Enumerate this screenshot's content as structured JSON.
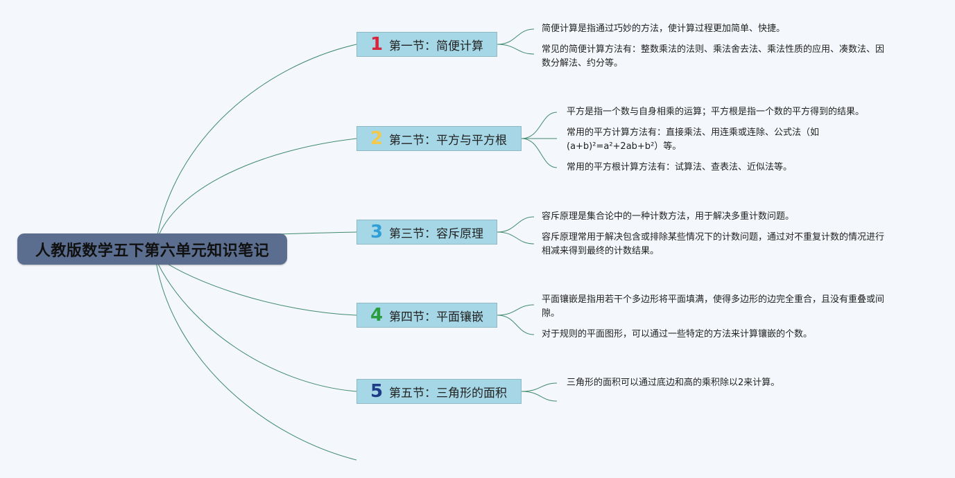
{
  "root": {
    "title": "人教版数学五下第六单元知识笔记"
  },
  "sections": [
    {
      "number": "1",
      "color": "#d7263d",
      "title": "第一节：简便计算",
      "notes": [
        "简便计算是指通过巧妙的方法，使计算过程更加简单、快捷。",
        "常见的简便计算方法有：整数乘法的法则、乘法舍去法、乘法性质的应用、凑数法、因数分解法、约分等。"
      ]
    },
    {
      "number": "2",
      "color": "#f2c94c",
      "title": "第二节：平方与平方根",
      "notes": [
        "平方是指一个数与自身相乘的运算；平方根是指一个数的平方得到的结果。",
        "常用的平方计算方法有：直接乘法、用连乘或连除、公式法（如(a+b)²=a²+2ab+b²）等。",
        "常用的平方根计算方法有：试算法、查表法、近似法等。"
      ]
    },
    {
      "number": "3",
      "color": "#2f9fd6",
      "title": "第三节：容斥原理",
      "notes": [
        "容斥原理是集合论中的一种计数方法，用于解决多重计数问题。",
        "容斥原理常用于解决包含或排除某些情况下的计数问题，通过对不重复计数的情况进行相减来得到最终的计数结果。"
      ]
    },
    {
      "number": "4",
      "color": "#2a9d3f",
      "title": "第四节：平面镶嵌",
      "notes": [
        "平面镶嵌是指用若干个多边形将平面填满，使得多边形的边完全重合，且没有重叠或间隙。",
        "对于规则的平面图形，可以通过一些特定的方法来计算镶嵌的个数。"
      ]
    },
    {
      "number": "5",
      "color": "#1f3c88",
      "title": "第五节：三角形的面积",
      "notes": [
        "三角形的面积可以通过底边和高的乘积除以2来计算。"
      ]
    }
  ]
}
